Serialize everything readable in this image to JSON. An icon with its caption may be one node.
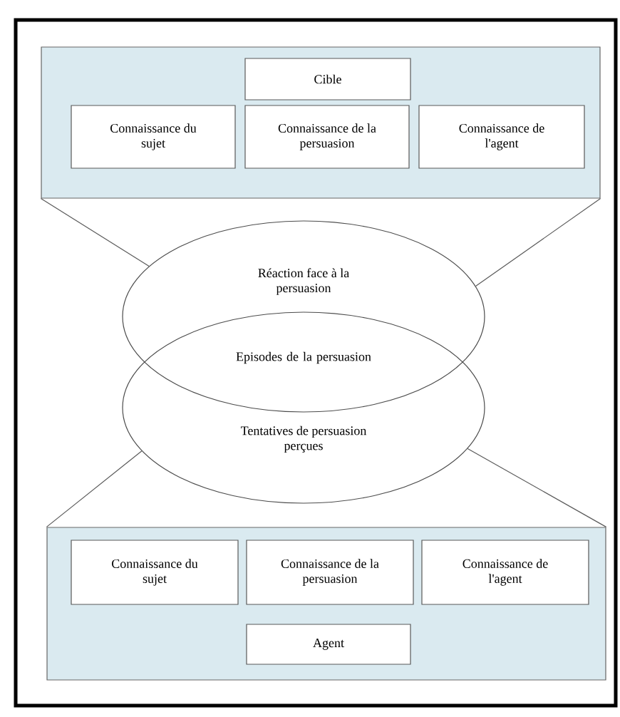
{
  "diagram": {
    "nodes": [
      {
        "text": [],
        "shape": "box"
      },
      {
        "text": [
          "Cible"
        ],
        "in": 0
      },
      {
        "text": [
          "Connaissance du sujet"
        ],
        "in": 0
      },
      {
        "text": [
          "Connaissance de la persuasion"
        ],
        "in": 0
      },
      {
        "text": [
          "Connaissance de l'agent"
        ],
        "in": 0
      },
      {
        "text": [
          "Réaction face à la persuasion"
        ]
      },
      {
        "text": [
          "Tentatives de persuasion perçues"
        ]
      },
      {
        "text": [],
        "shape": "box"
      },
      {
        "text": [
          "Connaissance du sujet"
        ],
        "in": 7
      },
      {
        "text": [
          "Connaissance de la persuasion"
        ],
        "in": 7
      },
      {
        "text": [
          "Connaissance de l'agent"
        ],
        "in": 7
      },
      {
        "text": [
          "Agent"
        ],
        "in": 7
      }
    ],
    "edges": [
      {
        "from": 0,
        "to": 5,
        "arrow": "none"
      },
      {
        "from": 0,
        "to": 5,
        "arrow": "none"
      },
      {
        "from": 6,
        "to": 7,
        "arrow": "none"
      },
      {
        "from": 6,
        "to": 7,
        "arrow": "none"
      }
    ],
    "labels": [
      "Episodes de la persuasion"
    ]
  }
}
